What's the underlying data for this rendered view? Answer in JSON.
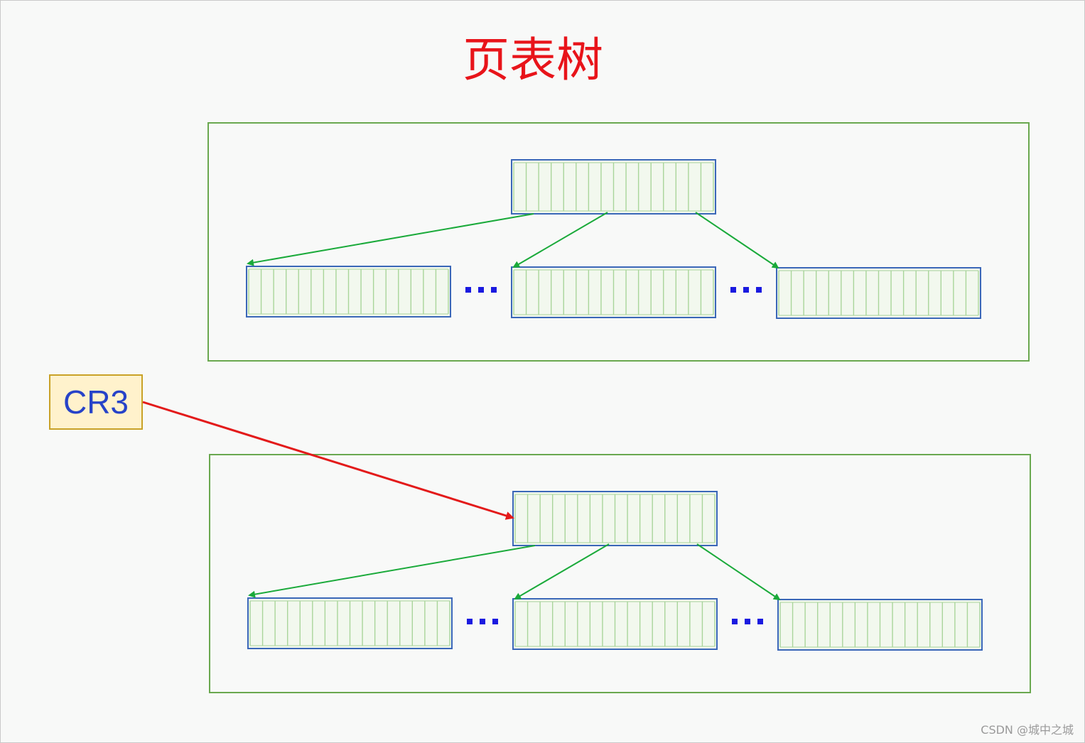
{
  "title": "页表树",
  "register": {
    "label": "CR3"
  },
  "watermark": "CSDN @城中之城",
  "colors": {
    "title": "#e8141a",
    "group_border": "#6aa84f",
    "table_border": "#3a67b8",
    "entry_fill": "#f2f8ee",
    "entry_line": "#a9d59a",
    "child_arrow": "#1aaa3a",
    "cr3_arrow": "#e31a1a",
    "cr3_fill": "#fff2cc",
    "cr3_border": "#c9a227",
    "cr3_text": "#2743c8",
    "ellipsis": "#1a1ae0"
  },
  "trees": [
    {
      "name": "page-table-tree-1",
      "pointed_by_cr3": false
    },
    {
      "name": "page-table-tree-2",
      "pointed_by_cr3": true
    }
  ]
}
